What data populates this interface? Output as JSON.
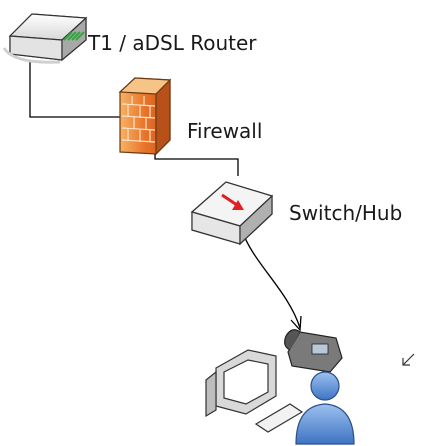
{
  "diagram": {
    "nodes": [
      {
        "id": "router",
        "label": "T1 / aDSL Router",
        "icon": "router-icon"
      },
      {
        "id": "firewall",
        "label": "Firewall",
        "icon": "firewall-icon"
      },
      {
        "id": "switch",
        "label": "Switch/Hub",
        "icon": "switch-icon"
      },
      {
        "id": "workstation",
        "label": "",
        "icon": "workstation-user-icon"
      }
    ],
    "edges": [
      {
        "from": "router",
        "to": "firewall"
      },
      {
        "from": "firewall",
        "to": "switch"
      },
      {
        "from": "switch",
        "to": "workstation",
        "style": "arrow"
      }
    ],
    "colors": {
      "line": "#000000",
      "firewall": "#e8742a",
      "switch_arrow": "#e02020",
      "user": "#5b8fd6",
      "device_gray": "#c9c9c9"
    }
  }
}
